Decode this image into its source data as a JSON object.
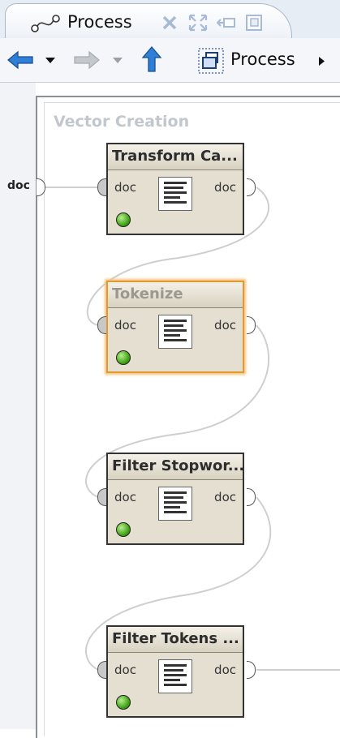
{
  "tab": {
    "title": "Process",
    "icons": [
      "process-connector-icon",
      "close-view-icon",
      "maximize-view-icon",
      "minimize-view-icon",
      "restore-view-icon"
    ]
  },
  "toolbar": {
    "process_label": "Process",
    "icons": [
      "back-arrow-icon",
      "back-dropdown-icon",
      "forward-arrow-icon",
      "forward-dropdown-icon",
      "up-arrow-icon",
      "process-view-icon",
      "more-arrow-icon"
    ]
  },
  "canvas": {
    "subprocess_title": "Vector Creation",
    "input_port_label": "doc",
    "operators": [
      {
        "name": "Transform Ca...",
        "input": "doc",
        "output": "doc",
        "status": "ok",
        "selected": false
      },
      {
        "name": "Tokenize",
        "input": "doc",
        "output": "doc",
        "status": "ok",
        "selected": true
      },
      {
        "name": "Filter Stopwor...",
        "input": "doc",
        "output": "doc",
        "status": "ok",
        "selected": false
      },
      {
        "name": "Filter Tokens ...",
        "input": "doc",
        "output": "doc",
        "status": "ok",
        "selected": false
      }
    ]
  },
  "colors": {
    "selection_border": "#e29a2e",
    "operator_body": "#e4dfd1",
    "status_ok": "#3c9f12",
    "nav_arrow": "#2f7fd8",
    "subprocess_title": "#c2c7ce"
  }
}
